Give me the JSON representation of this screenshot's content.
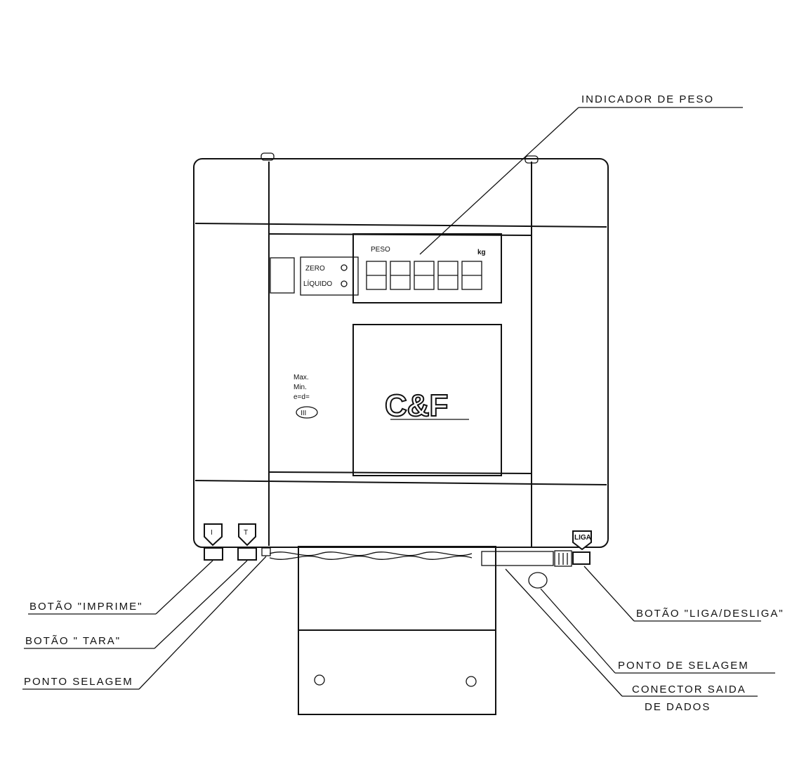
{
  "callouts": {
    "indicador_peso": "INDICADOR DE PESO",
    "botao_imprime": "BOTÃO \"IMPRIME\"",
    "botao_tara": "BOTÃO \" TARA\"",
    "ponto_selagem": "PONTO SELAGEM",
    "botao_liga": "BOTÃO \"LIGA/DESLIGA\"",
    "ponto_de_selagem": "PONTO DE SELAGEM",
    "conector_line1": "CONECTOR SAIDA",
    "conector_line2": "DE DADOS"
  },
  "panel": {
    "peso_label": "PESO",
    "unit": "kg",
    "zero_label": "ZERO",
    "liquido_label": "LÍQUIDO",
    "max_label": "Max.",
    "min_label": "Min.",
    "ed_label": "e=d=",
    "class_label": "III",
    "brand": "C&F"
  },
  "buttons": {
    "imprime_key": "I",
    "tara_key": "T",
    "liga_key": "LIGA"
  }
}
